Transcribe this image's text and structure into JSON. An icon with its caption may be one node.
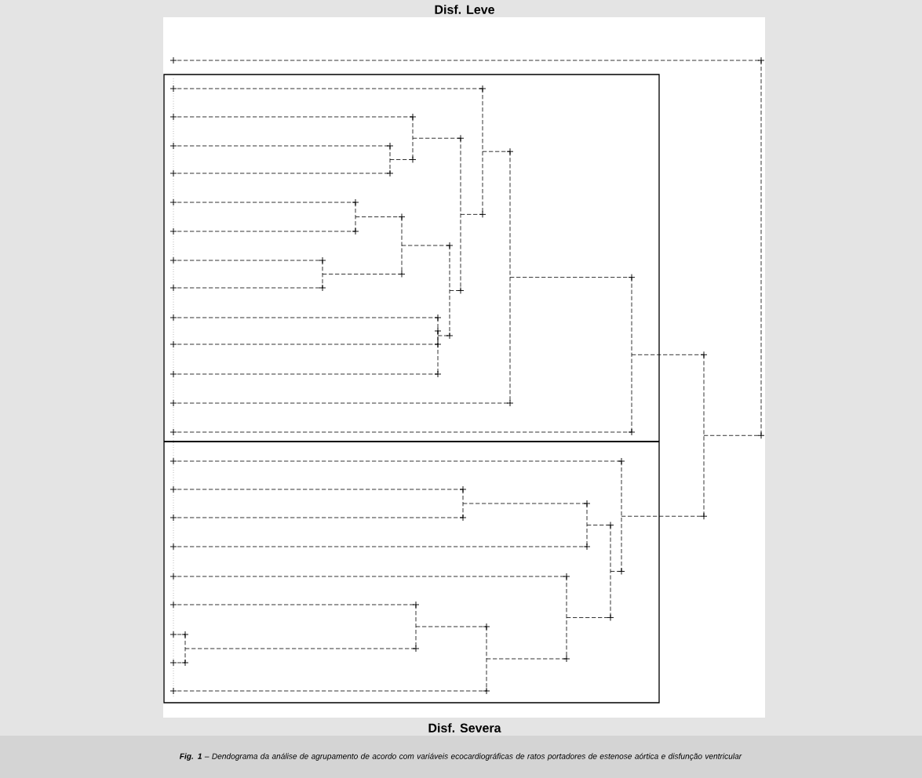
{
  "diagram": {
    "caption": "**Fig. 1** – Dendograma da análise de agrupamento de acordo com variáveis ecocardiográficas de ratos portadores de estenose aórtica e disfunção ventricular",
    "labels": [
      "Disf. Leve",
      "Disf. Severa"
    ]
  }
}
